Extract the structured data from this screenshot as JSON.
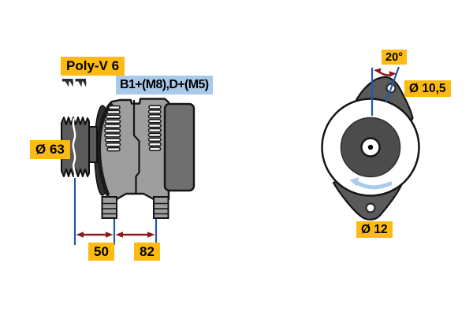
{
  "side_view": {
    "belt_label": "Poly-V 6",
    "terminal_label": "B1+(M8),D+(M5)",
    "pulley_diameter_label": "Ø 63",
    "dimension_front": "50",
    "dimension_body": "82"
  },
  "rear_view": {
    "angle_label": "20°",
    "top_hole_label": "Ø 10,5",
    "bottom_hole_label": "Ø 12"
  },
  "icons": {
    "belt_profile": "poly-v-belt-profile-icon",
    "rotation_arrow": "rotation-direction-counterclockwise"
  },
  "colors": {
    "label_yellow": "#fcba12",
    "label_blue": "#a9c9e8",
    "dimension_red": "#8d191b",
    "reference_blue": "#2457ac",
    "rotation_blue": "#a9cbe9",
    "housing_gray": "#9e9e9e",
    "pulley_gray": "#5a5a5a",
    "rear_cover_gray": "#6f6f6f",
    "rotor_gray": "#4c4c4c"
  }
}
